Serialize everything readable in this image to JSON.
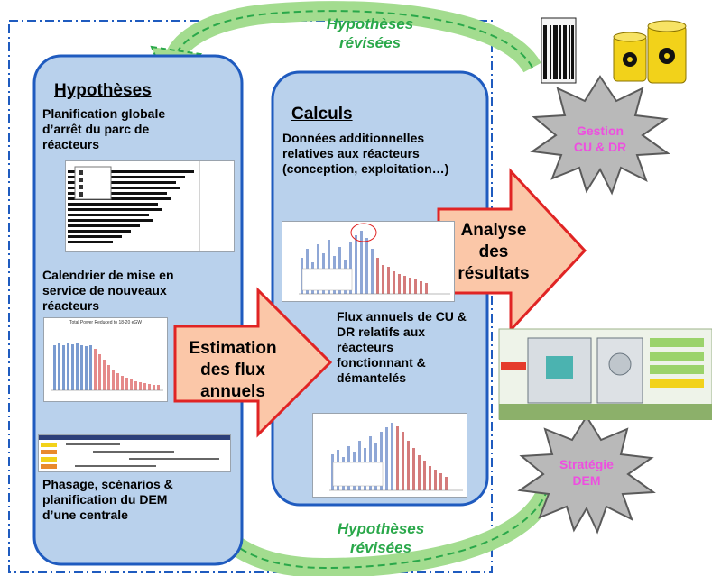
{
  "left_panel": {
    "title": "Hypothèses",
    "item1": "Planification globale d’arrêt du parc de réacteurs",
    "item2": "Calendrier de mise en service de nouveaux réacteurs",
    "item3": "Phasage, scénarios & planification du DEM d’une centrale"
  },
  "center_arrow": {
    "line1": "Estimation",
    "line2": "des flux",
    "line3": "annuels"
  },
  "middle_panel": {
    "title": "Calculs",
    "item1": "Données additionnelles relatives aux réacteurs (conception, exploitation…)",
    "item2": "Flux annuels de CU & DR relatifs aux réacteurs fonctionnant & démantelés"
  },
  "right_arrow": {
    "line1": "Analyse",
    "line2": "des",
    "line3": "résultats"
  },
  "loop_top": {
    "line1": "Hypothèses",
    "line2": "révisées"
  },
  "loop_bottom": {
    "line1": "Hypothèses",
    "line2": "révisées"
  },
  "star_top": {
    "line1": "Gestion",
    "line2": "CU & DR"
  },
  "star_bottom": {
    "line1": "Stratégie",
    "line2": "DEM"
  },
  "thumb_chart2": {
    "title": "Total Power Reduced to 18-20 eGW"
  },
  "colors": {
    "panel_border": "#1f5bbf",
    "arrow_fill": "#fbc7a8",
    "arrow_border": "#e02424",
    "loop_arrow": "#a3dc8f",
    "loop_text": "#2aa84a",
    "star_fill": "#b9b9b9",
    "star_text": "#ee4ee0",
    "dashed_frame": "#1f5bbf"
  },
  "icons": [
    "barcode-drum-icon",
    "radioactive-barrel-icon",
    "nuclear-plant-diagram-icon"
  ]
}
